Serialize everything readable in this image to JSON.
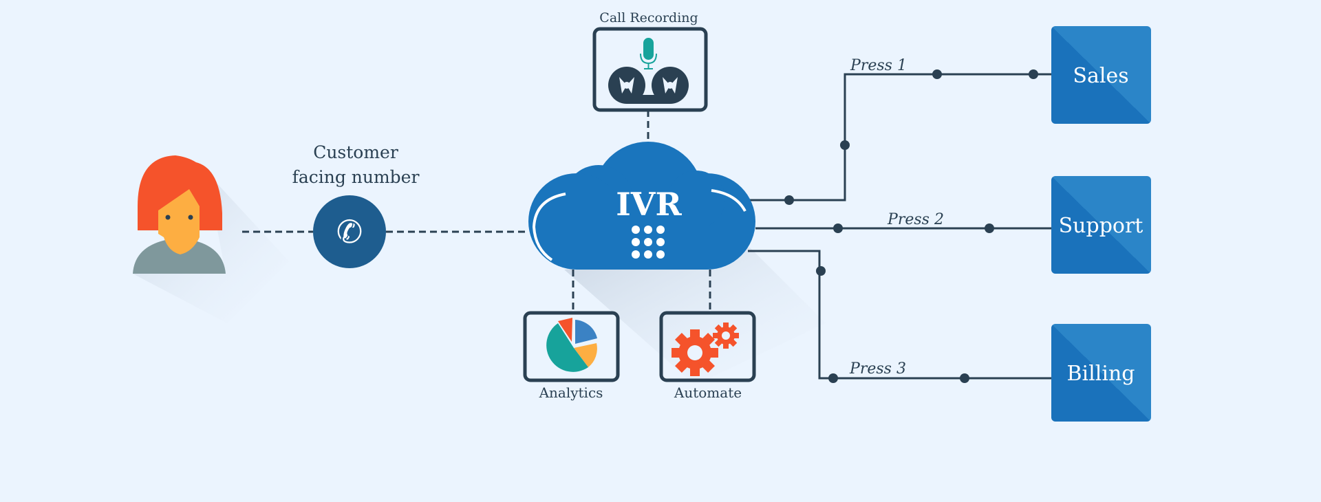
{
  "colors": {
    "background": "#ebf4fe",
    "ink": "#2a4052",
    "cloud": "#1a75bd",
    "department_box": "#1f72ba",
    "accent_orange": "#f5532b",
    "accent_yellow": "#fdae42",
    "accent_teal": "#17a39b"
  },
  "customer": {
    "icon": "person-avatar-icon",
    "label_line1": "Customer",
    "label_line2": "facing number",
    "phone_icon": "phone-handset-icon"
  },
  "ivr": {
    "title": "IVR",
    "icon": "keypad-icon"
  },
  "call_recording": {
    "label": "Call Recording",
    "icon": "tape-reel-microphone-icon"
  },
  "analytics": {
    "label": "Analytics",
    "icon": "pie-chart-icon"
  },
  "automate": {
    "label": "Automate",
    "icon": "gears-icon"
  },
  "routes": [
    {
      "press": "Press 1",
      "department": "Sales"
    },
    {
      "press": "Press 2",
      "department": "Support"
    },
    {
      "press": "Press 3",
      "department": "Billing"
    }
  ]
}
